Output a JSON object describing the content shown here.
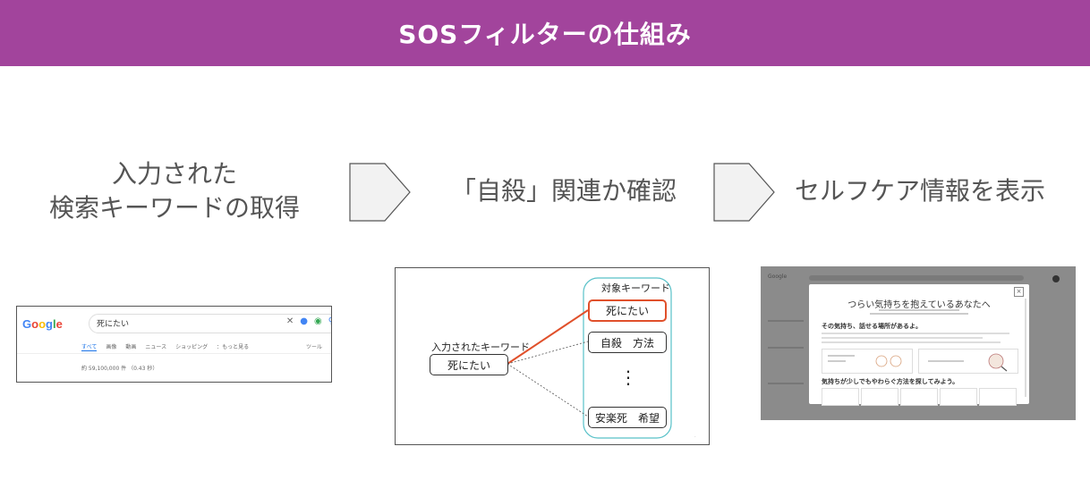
{
  "header": {
    "title": "SOSフィルターの仕組み"
  },
  "steps": [
    {
      "line1": "入力された",
      "line2": "検索キーワードの取得"
    },
    {
      "text": "「自殺」関連か確認"
    },
    {
      "text": "セルフケア情報を表示"
    }
  ],
  "google_mock": {
    "logo": [
      "G",
      "o",
      "o",
      "g",
      "l",
      "e"
    ],
    "logo_colors": [
      "#4285F4",
      "#EA4335",
      "#FBBC05",
      "#4285F4",
      "#34A853",
      "#EA4335"
    ],
    "query": "死にたい",
    "tabs": [
      "すべて",
      "画像",
      "動画",
      "ニュース",
      "ショッピング",
      "：もっと見る"
    ],
    "tools": "ツール",
    "result_count": "約 59,100,000 件 （0.43 秒）"
  },
  "keyword_diagram": {
    "input_label": "入力されたキーワード",
    "input_word": "死にたい",
    "target_label": "対象キーワード",
    "keywords": [
      "死にたい",
      "自殺　方法",
      "安楽死　希望"
    ],
    "ellipsis": "⋮",
    "highlight_color": "#e0502b",
    "group_color": "#58c1c8"
  },
  "popup_mock": {
    "title": "つらい気持ちを抱えているあなたへ",
    "section1": "その気持ち、話せる場所があるよ。",
    "section2": "気持ちが少しでもやわらぐ方法を探してみよう。",
    "close": "×",
    "bg_logo": "Google"
  }
}
